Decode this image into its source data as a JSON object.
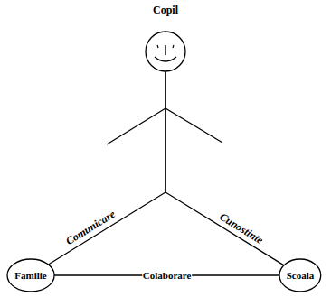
{
  "diagram": {
    "nodes": [
      {
        "text": [
          "Copil"
        ]
      },
      {
        "text": [
          "Familie"
        ]
      },
      {
        "text": [
          "Scoala"
        ]
      }
    ],
    "edges": [
      {
        "from": 0,
        "to": 1,
        "arrow": "none",
        "label": "Comunicare"
      },
      {
        "from": 0,
        "to": 2,
        "arrow": "none",
        "label": "Cunostinte"
      },
      {
        "from": 1,
        "to": 2,
        "arrow": "none",
        "label": "Colaborare"
      }
    ]
  }
}
